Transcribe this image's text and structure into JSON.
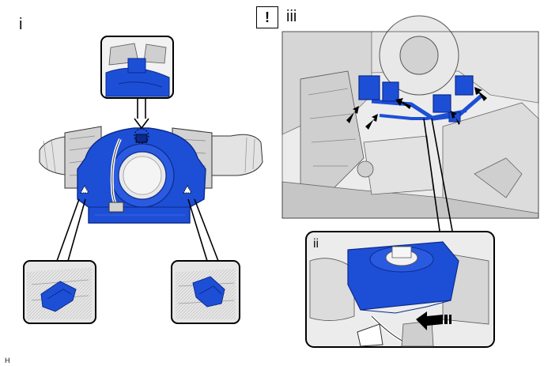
{
  "labels": {
    "view_i": "i",
    "view_iii": "iii",
    "view_ii": "ii",
    "notice_symbol": "!",
    "footer_code": "H"
  },
  "colors": {
    "highlight_blue": "#1d4fd6",
    "dark_blue": "#0c2a8c",
    "gray_part": "#d9d9d9",
    "dark_gray": "#8c8c8c",
    "outline": "#222222"
  },
  "icons": [
    "warning-triangle-icon",
    "arrow-icon",
    "notice-icon"
  ]
}
